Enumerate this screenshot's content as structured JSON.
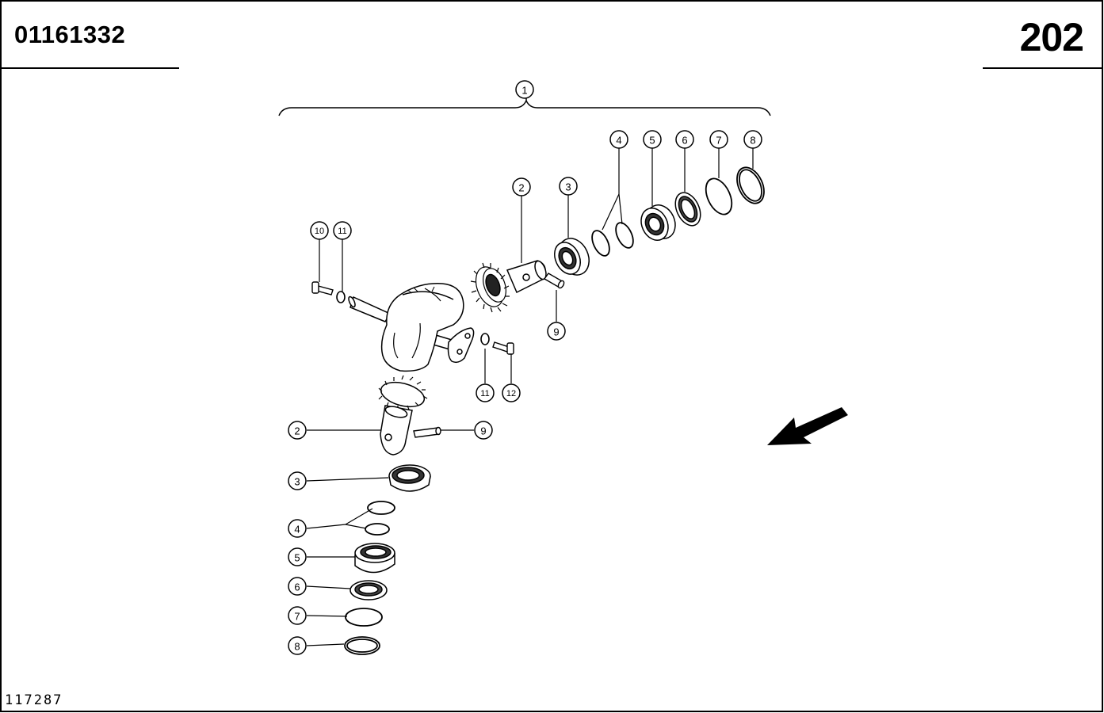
{
  "header": {
    "part_number": "01161332",
    "page_number": "202"
  },
  "footer": {
    "drawing_id": "117287"
  },
  "callouts": {
    "c1": "1",
    "c2": "2",
    "c3": "3",
    "c4": "4",
    "c5": "5",
    "c6": "6",
    "c7": "7",
    "c8": "8",
    "c9": "9",
    "c10": "10",
    "c11": "11",
    "c12": "12"
  },
  "icons": {
    "direction": "arrow-icon"
  }
}
